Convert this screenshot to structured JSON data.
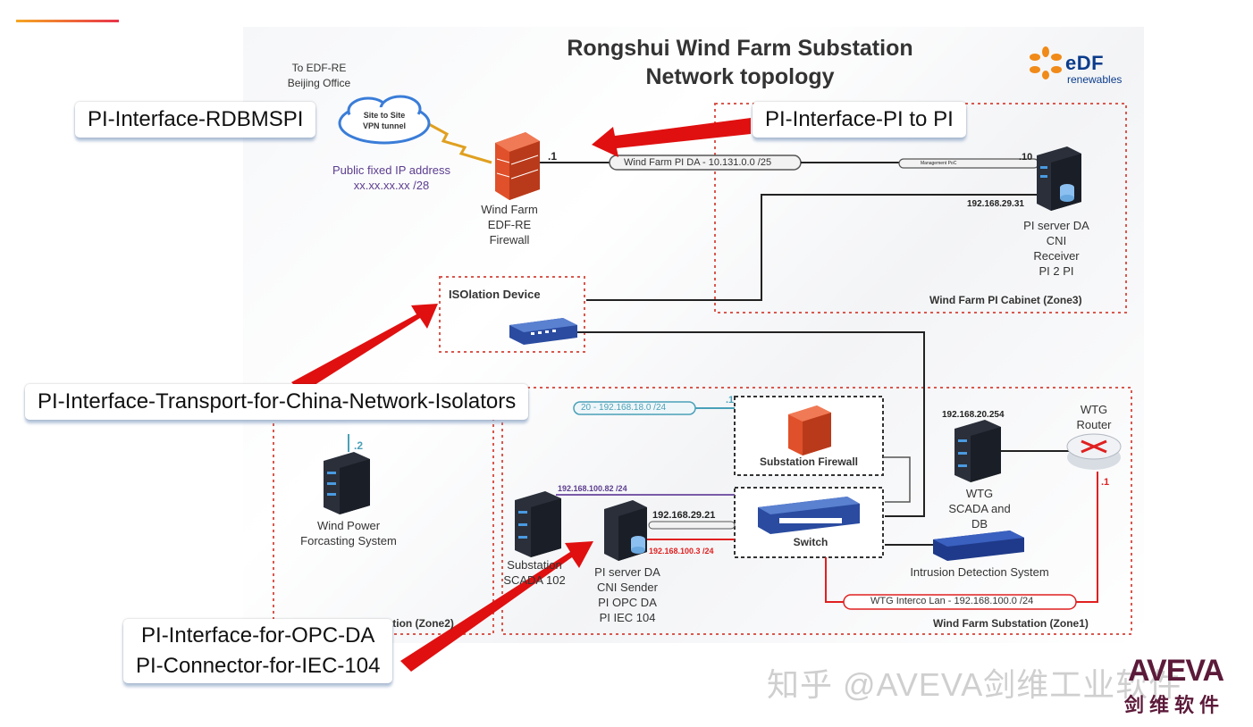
{
  "title": {
    "line1": "Rongshui Wind Farm Substation",
    "line2": "Network topology"
  },
  "logo": {
    "brand": "eDF",
    "sub": "renewables"
  },
  "callouts": {
    "rdbmspi": "PI-Interface-RDBMSPI",
    "pi_to_pi": "PI-Interface-PI to PI",
    "transport": "PI-Interface-Transport-for-China-Network-Isolators",
    "opc_line1": "PI-Interface-for-OPC-DA",
    "opc_line2": "PI-Connector-for-IEC-104"
  },
  "internet": {
    "office_line1": "To EDF-RE",
    "office_line2": "Beijing Office",
    "cloud_line1": "Site to Site",
    "cloud_line2": "VPN tunnel",
    "ip_line1": "Public fixed IP address",
    "ip_line2": "xx.xx.xx.xx /28"
  },
  "firewall": {
    "line1": "Wind Farm",
    "line2": "EDF-RE",
    "line3": "Firewall",
    "port": ".1"
  },
  "pi_da_network": "Wind Farm PI DA  - 10.131.0.0 /25",
  "management_network": "Management PoC",
  "pi_server_da": {
    "port": ".10",
    "ip": "192.168.29.31",
    "line1": "PI server DA",
    "line2": "CNI",
    "line3": "Receiver",
    "line4": "PI 2 PI"
  },
  "zone3_label": "Wind Farm PI Cabinet (Zone3)",
  "isolation_device": "ISOlation Device",
  "zone2": {
    "network": "20 - 192.168.18.0 /24",
    "port_top": ".1",
    "port_server": ".2",
    "server_line1": "Wind Power",
    "server_line2": "Forcasting System",
    "label": "Wind Farm Substation (Zone2)"
  },
  "substation_firewall": "Substation Firewall",
  "switch_label": "Switch",
  "zone1": {
    "net_purple": "192.168.100.82 /24",
    "ip_black": "192.168.29.21",
    "net_red": "192.168.100.3 /24",
    "scada_line1": "Substation",
    "scada_line2": "SCADA 102",
    "sender_line1": "PI server DA",
    "sender_line2": "CNI Sender",
    "sender_line3": "PI OPC DA",
    "sender_line4": "PI IEC 104",
    "wtg_ip": "192.168.20.254",
    "wtg_line1": "WTG",
    "wtg_line2": "SCADA and",
    "wtg_line3": "DB",
    "router_line1": "WTG",
    "router_line2": "Router",
    "router_port": ".1",
    "ids": "Intrusion Detection System",
    "wtg_lan": "WTG Interco Lan - 192.168.100.0 /24",
    "label": "Wind Farm Substation (Zone1)"
  },
  "watermark": "知乎 @AVEVA剑维工业软件",
  "aveva": {
    "brand": "AVEVA",
    "cn": "剑维软件"
  },
  "colors": {
    "zone_border": "#d9584e",
    "arrow": "#e01010",
    "firewall": "#e0502a",
    "server": "#2a2f3a",
    "switch": "#2a4ba0",
    "purple_line": "#7a5aa8",
    "teal_line": "#4aa0b8",
    "red_line": "#e02020"
  }
}
